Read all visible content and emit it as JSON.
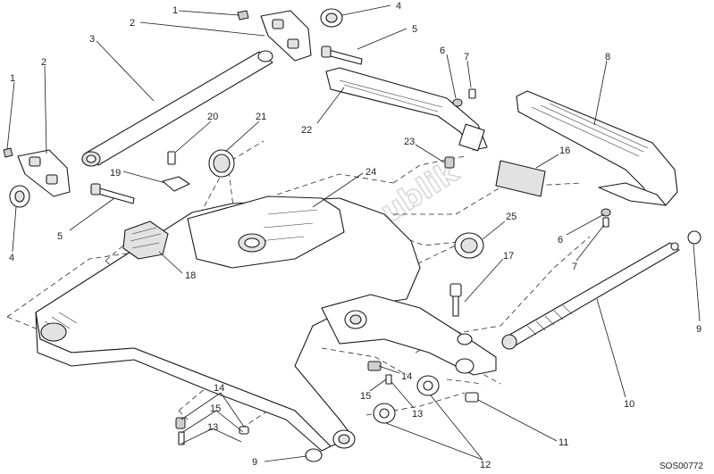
{
  "diagram_code": "SOS00772",
  "watermark": "PartsRepublik",
  "callouts": [
    {
      "id": "c1a",
      "text": "1"
    },
    {
      "id": "c2a",
      "text": "2"
    },
    {
      "id": "c4a",
      "text": "4"
    },
    {
      "id": "c5a",
      "text": "5"
    },
    {
      "id": "c3",
      "text": "3"
    },
    {
      "id": "c6a",
      "text": "6"
    },
    {
      "id": "c7a",
      "text": "7"
    },
    {
      "id": "c8",
      "text": "8"
    },
    {
      "id": "c1b",
      "text": "1"
    },
    {
      "id": "c2b",
      "text": "2"
    },
    {
      "id": "c22",
      "text": "22"
    },
    {
      "id": "c20",
      "text": "20"
    },
    {
      "id": "c21",
      "text": "21"
    },
    {
      "id": "c23",
      "text": "23"
    },
    {
      "id": "c16",
      "text": "16"
    },
    {
      "id": "c19",
      "text": "19"
    },
    {
      "id": "c24",
      "text": "24"
    },
    {
      "id": "c5b",
      "text": "5"
    },
    {
      "id": "c4b",
      "text": "4"
    },
    {
      "id": "c25",
      "text": "25"
    },
    {
      "id": "c6b",
      "text": "6"
    },
    {
      "id": "c7b",
      "text": "7"
    },
    {
      "id": "c18",
      "text": "18"
    },
    {
      "id": "c17",
      "text": "17"
    },
    {
      "id": "c9a",
      "text": "9"
    },
    {
      "id": "c10",
      "text": "10"
    },
    {
      "id": "c14a",
      "text": "14"
    },
    {
      "id": "c15a",
      "text": "15"
    },
    {
      "id": "c13a",
      "text": "13"
    },
    {
      "id": "c14b",
      "text": "14"
    },
    {
      "id": "c15b",
      "text": "15"
    },
    {
      "id": "c13b",
      "text": "13"
    },
    {
      "id": "c11",
      "text": "11"
    },
    {
      "id": "c9b",
      "text": "9"
    },
    {
      "id": "c12",
      "text": "12"
    }
  ]
}
